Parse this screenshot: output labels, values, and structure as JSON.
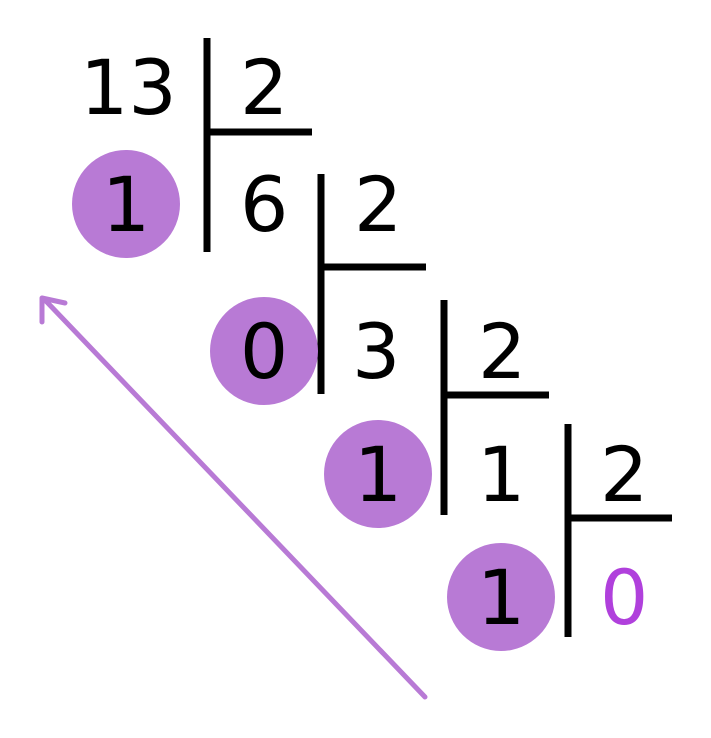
{
  "colors": {
    "remainder_circle": "#b87ad5",
    "arrow": "#b87ad5",
    "final_quotient": "#b040dc",
    "text": "#000000",
    "line": "#000000"
  },
  "steps": [
    {
      "dividend": "13",
      "divisor": "2",
      "remainder": "1"
    },
    {
      "dividend": "6",
      "divisor": "2",
      "remainder": "0"
    },
    {
      "dividend": "3",
      "divisor": "2",
      "remainder": "1"
    },
    {
      "dividend": "1",
      "divisor": "2",
      "remainder": "1"
    }
  ],
  "final_quotient": "0"
}
